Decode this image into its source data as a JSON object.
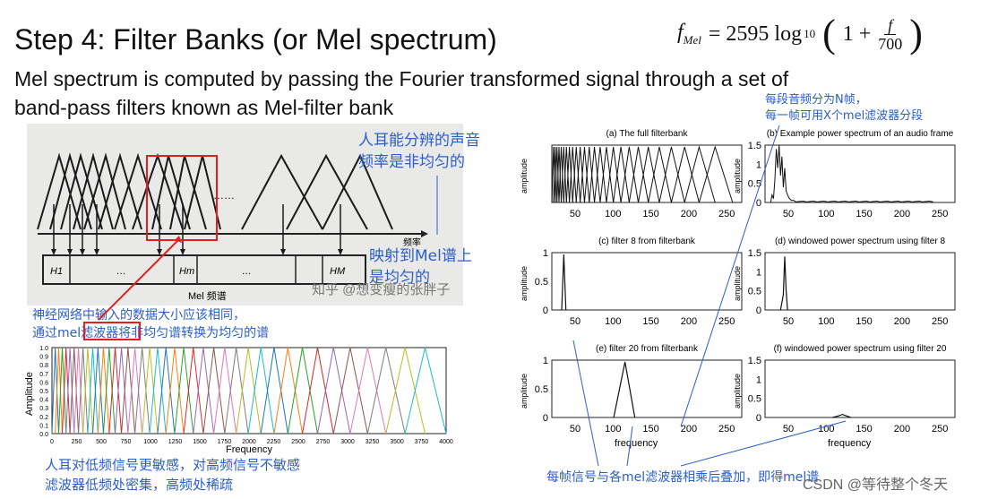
{
  "slide": {
    "title": "Step 4: Filter Banks (or Mel spectrum)",
    "formula": {
      "lhs": "f",
      "lhs_sub": "Mel",
      "rhs_coef": "= 2595 log",
      "rhs_sub": "10",
      "one_plus": "1 +",
      "numerator": "f",
      "denominator": "700"
    },
    "description_line1": "Mel spectrum is computed by passing the Fourier transformed signal through a set of",
    "description_line2": "band-pass filters known as Mel-filter bank"
  },
  "photo": {
    "axis_label": "频率",
    "ellipsis": "……",
    "bar_label": "Mel 频谱",
    "bands": [
      "H1",
      "…",
      "Hm",
      "…",
      "HM"
    ],
    "watermark": "知乎 @想变瘦的张胖子"
  },
  "notes": {
    "nonuniform_1": "人耳能分辨的声音",
    "nonuniform_2": "频率是非均匀的",
    "mapped_1": "映射到Mel谱上",
    "mapped_2": "是均匀的",
    "input_1": "神经网络中输入的数据大小应该相同，",
    "input_2": "通过mel滤波器将非均匀谱转换为均匀的谱",
    "frames_1": "每段音频分为N帧，",
    "frames_2": "每一帧可用X个mel滤波器分段",
    "sensitivity_1": "人耳对低频信号更敏感，对高频信号不敏感",
    "sensitivity_2": "滤波器低频处密集，高频处稀疏",
    "sum": "每帧信号与各mel滤波器相乘后叠加，即得mel谱"
  },
  "bank_plot": {
    "ylabel": "Amplitude",
    "xlabel": "Frequency",
    "yticks": [
      "1.0",
      "0.9",
      "0.8",
      "0.7",
      "0.6",
      "0.5",
      "0.4",
      "0.3",
      "0.2",
      "0.1",
      "0.0"
    ],
    "xticks": [
      "0",
      "250",
      "500",
      "750",
      "1000",
      "1250",
      "1500",
      "1750",
      "2000",
      "2250",
      "2500",
      "2750",
      "3000",
      "3250",
      "3500",
      "3750",
      "4000"
    ]
  },
  "panels": [
    {
      "title": "(a) The full filterbank",
      "ylabel": "amplitude",
      "yticks": [],
      "xticks": [
        "50",
        "100",
        "150",
        "200",
        "250"
      ],
      "xlabel": ""
    },
    {
      "title": "(b) Example power spectrum of an audio frame",
      "ylabel": "amplitude",
      "yticks": [
        "1.5",
        "1",
        "0.5",
        "0"
      ],
      "xticks": [
        "50",
        "100",
        "150",
        "200",
        "250"
      ],
      "xlabel": ""
    },
    {
      "title": "(c) filter 8 from filterbank",
      "ylabel": "amplitude",
      "yticks": [
        "1",
        "0.5",
        "0"
      ],
      "xticks": [
        "50",
        "100",
        "150",
        "200",
        "250"
      ],
      "xlabel": ""
    },
    {
      "title": "(d) windowed power spectrum using filter 8",
      "ylabel": "amplitude",
      "yticks": [
        "1.5",
        "1",
        "0.5",
        "0"
      ],
      "xticks": [
        "50",
        "100",
        "150",
        "200",
        "250"
      ],
      "xlabel": ""
    },
    {
      "title": "(e) filter 20 from filterbank",
      "ylabel": "amplitude",
      "yticks": [
        "1",
        "0.5",
        "0"
      ],
      "xticks": [
        "50",
        "100",
        "150",
        "200",
        "250"
      ],
      "xlabel": "frequency"
    },
    {
      "title": "(f) windowed power spectrum using filter 20",
      "ylabel": "amplitude",
      "yticks": [
        "1.5",
        "1",
        "0.5",
        "0"
      ],
      "xticks": [
        "50",
        "100",
        "150",
        "200",
        "250"
      ],
      "xlabel": "frequency"
    }
  ],
  "footer_watermark": "CSDN @等待整个冬天",
  "colors": {
    "note_blue": "#2a5ec9",
    "highlight_red": "#e02020"
  }
}
